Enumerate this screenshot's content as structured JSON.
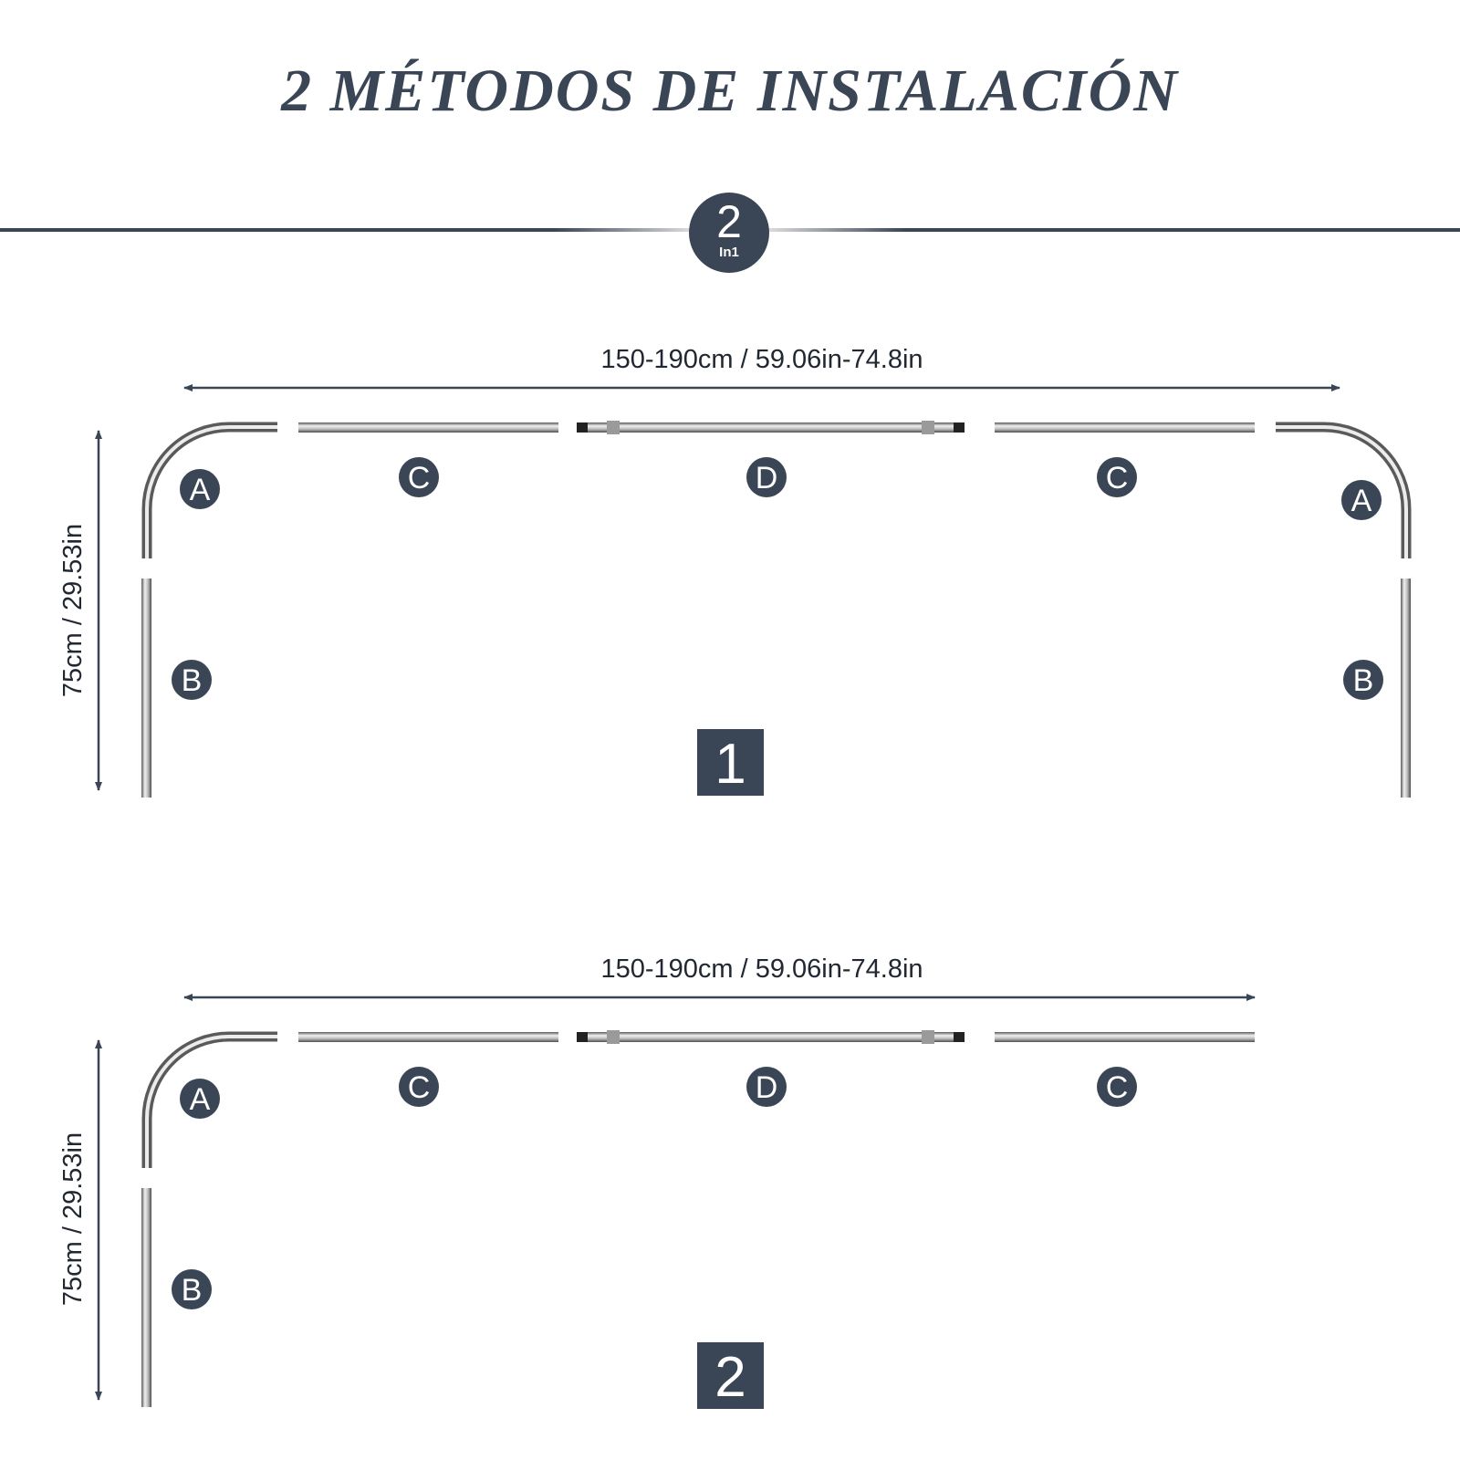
{
  "header": {
    "title": "2 MÉTODOS DE INSTALACIÓN",
    "badge_big": "2",
    "badge_small": "In1"
  },
  "colors": {
    "primary": "#3a4556",
    "rod_dark": "#6e6e6e",
    "rod_light": "#e8e8e8"
  },
  "methods": [
    {
      "number": "1",
      "width_label": "150-190cm / 59.06in-74.8in",
      "height_label": "75cm / 29.53in",
      "parts": {
        "left_corner": "A",
        "left_leg": "B",
        "rod_left": "C",
        "rod_middle": "D",
        "rod_right": "C",
        "right_corner": "A",
        "right_leg": "B"
      }
    },
    {
      "number": "2",
      "width_label": "150-190cm / 59.06in-74.8in",
      "height_label": "75cm / 29.53in",
      "parts": {
        "left_corner": "A",
        "left_leg": "B",
        "rod_left": "C",
        "rod_middle": "D",
        "rod_right": "C"
      }
    }
  ]
}
